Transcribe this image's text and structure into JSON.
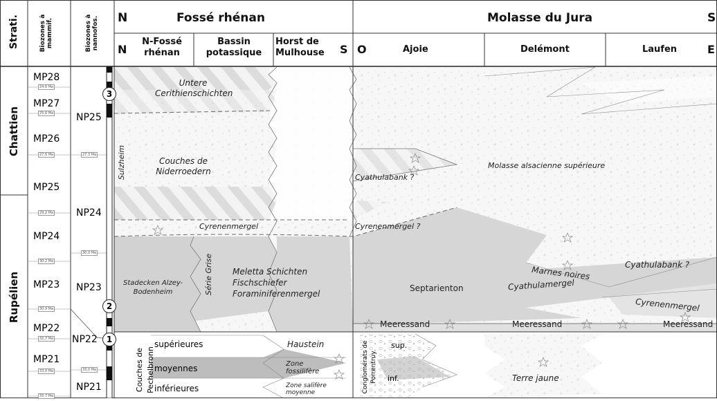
{
  "header": {
    "strati": "Strati.",
    "biozones_mammif": "Biozones à mammif.",
    "biozones_nannofos": "Biozones à nannofos.",
    "fosse_n": "N",
    "fosse_title": "Fossé rhénan",
    "molasse_title": "Molasse du Jura",
    "molasse_s": "S",
    "sub_n": "N",
    "sub_nfosse": "N-Fossé rhénan",
    "sub_bassin": "Bassin potassique",
    "sub_horst": "Horst de Mulhouse",
    "sub_s": "S",
    "sub_o": "O",
    "sub_ajoie": "Ajoie",
    "sub_delemont": "Delémont",
    "sub_laufen": "Laufen",
    "sub_e": "E"
  },
  "stages": [
    "Chattien",
    "Rupélien"
  ],
  "mp_zones": [
    "MP28",
    "MP27",
    "MP26",
    "MP25",
    "MP24",
    "MP23",
    "MP22",
    "MP21"
  ],
  "ma_ages": [
    "24,6 Ma",
    "25,6 Ma",
    "27,6 Ma",
    "29,2 Ma",
    "30,2 Ma",
    "30,9 Ma",
    "32,7 Ma",
    "33,0 Ma",
    "33,7 Ma"
  ],
  "np_zones": [
    "NP25",
    "NP24",
    "NP23",
    "NP22",
    "NP21"
  ],
  "np_ages": [
    "27,3 Ma",
    "30,0 Ma",
    "33,0 Ma"
  ],
  "markers": [
    "3",
    "2",
    "1"
  ],
  "units": {
    "untere": "Untere Cerithienschichten",
    "niderroedern": "Couches de Niderroedern",
    "sulzheim": "Sulzheim",
    "cyrenen1": "Cyrenenmergel",
    "cyrenen2": "Cyrenenmergel ?",
    "cyathulabank1": "Cyathulabank ?",
    "molasse_alsacienne": "Molasse alsacienne supérieure",
    "stadecken": "Stadecken Alzey-Bodenheim",
    "serie_grise": "Série Grise",
    "meletta": "Meletta Schichten",
    "fischschiefer": "Fischschiefer",
    "foraminiferen": "Foraminiferenmergel",
    "septarienton": "Septarienton",
    "marnes_noires": "Marnes noires",
    "cyathulamergel": "Cyathulamergel",
    "cyathulabank2": "Cyathulabank ?",
    "cyrenen3": "Cyrenenmergel",
    "meeressand1": "Meeressand",
    "meeressand2": "Meeressand",
    "meeressand3": "Meeressand",
    "pechelbronn": "Couches de Pechelbronn",
    "superieures": "supérieures",
    "moyennes": "moyennes",
    "inferieures": "inférieures",
    "haustein": "Haustein",
    "zone_fossilifere": "Zone fossilifère",
    "zone_salifere": "Zone salifère moyenne",
    "conglomerats": "Conglomérats de Porrentruy",
    "sup": "sup.",
    "inf": "inf.",
    "terre_jaune": "Terre jaune"
  }
}
